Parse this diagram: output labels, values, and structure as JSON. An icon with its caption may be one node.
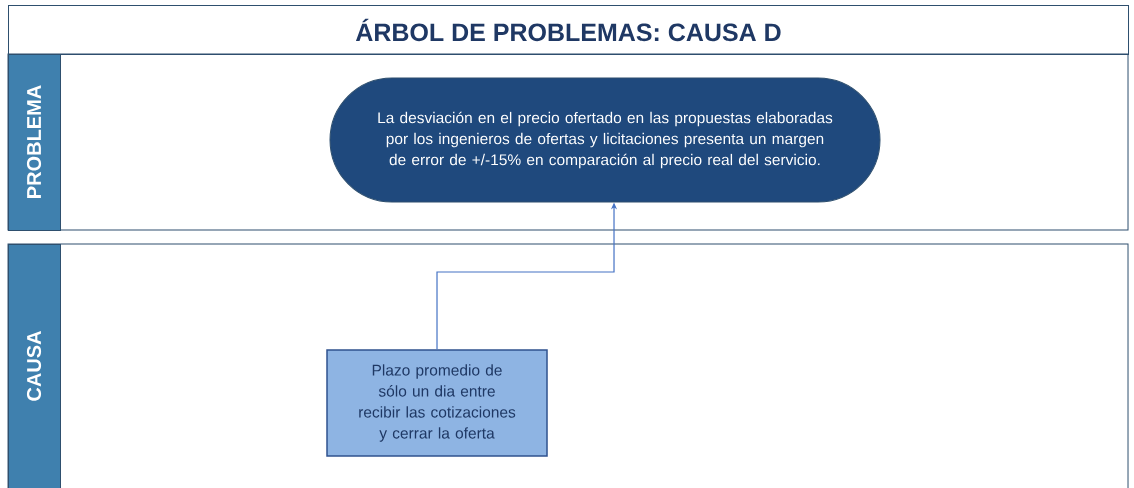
{
  "diagram": {
    "title": "ÁRBOL DE PROBLEMAS: CAUSA D",
    "nodes": [
      {
        "text": [
          "PROBLEMA"
        ]
      },
      {
        "text": [
          "La desviación en el precio ofertado en las propuestas elaboradas por los ingenieros de ofertas y licitaciones presenta un margen de error de +/-15% en comparación al precio real del servicio."
        ],
        "in": 0
      },
      {
        "text": [
          "CAUSA"
        ]
      },
      {
        "text": [
          "Plazo promedio de sólo un dia entre recibir las cotizaciones y cerrar la oferta"
        ],
        "in": 2
      }
    ],
    "edges": [
      {
        "from": 3,
        "to": 1,
        "arrow": "to"
      }
    ]
  }
}
